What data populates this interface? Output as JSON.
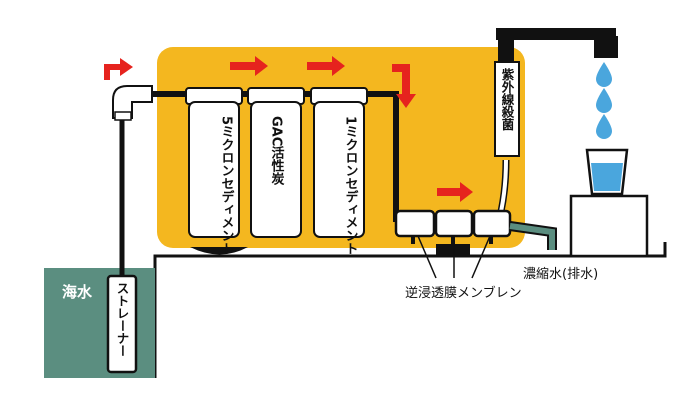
{
  "labels": {
    "seawater": "海水",
    "strainer": "ストレーナー",
    "filter1": "5ミクロンセディメント",
    "filter2": "GAC活性炭",
    "filter3": "1ミクロンセディメント",
    "uv": "紫外線殺菌",
    "membrane": "逆浸透膜メンブレン",
    "concentrate": "濃縮水(排水)"
  },
  "colors": {
    "housing": "#f4b71f",
    "seawater": "#5b8e80",
    "arrow": "#e6231e",
    "water": "#4aa6dd",
    "pipe": "#111111",
    "drain_pipe": "#5b8e80"
  },
  "icons": [
    "flow-arrow-icon",
    "water-drop-icon",
    "faucet-icon",
    "water-glass-icon"
  ]
}
